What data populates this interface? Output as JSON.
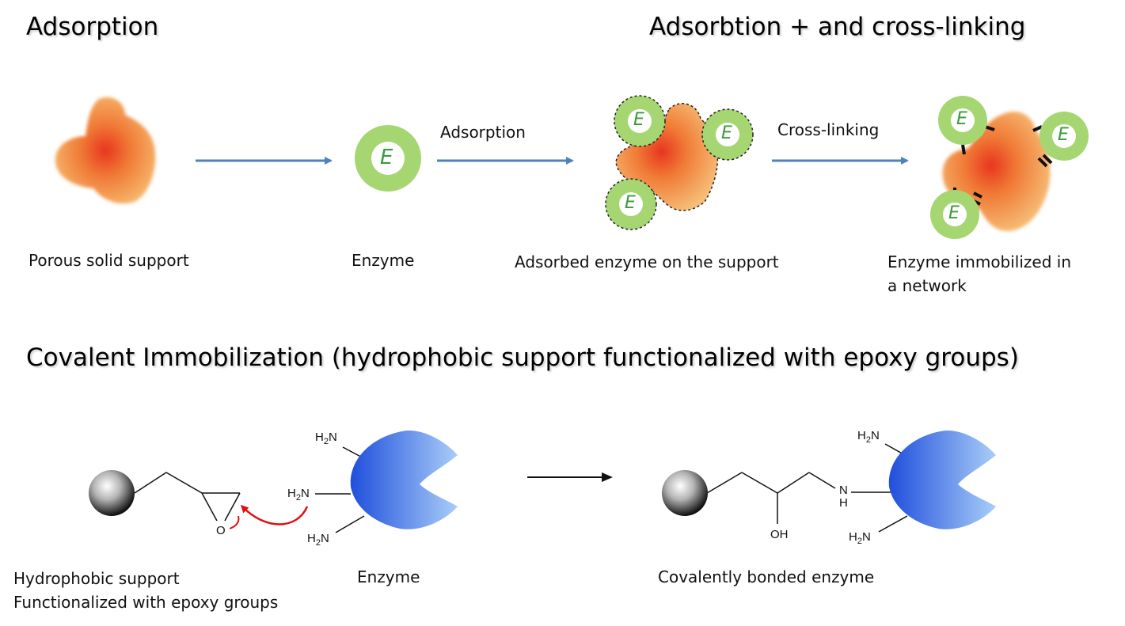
{
  "titles": {
    "adsorption": "Adsorption",
    "adsorption_crosslinking": "Adsorbtion + and cross-linking",
    "covalent": "Covalent Immobilization (hydrophobic support functionalized with epoxy groups)"
  },
  "top_labels": {
    "porous_support": "Porous solid support",
    "enzyme": "Enzyme",
    "arrow_adsorption": "Adsorption",
    "adsorbed_enzyme": "Adsorbed enzyme  on the support",
    "arrow_crosslinking": "Cross-linking",
    "immobilized_line1": "Enzyme immobilized in",
    "immobilized_line2": "a network"
  },
  "bottom_labels": {
    "support_line1": "Hydrophobic support",
    "support_line2": "Functionalized with epoxy groups",
    "enzyme": "Enzyme",
    "covalent_enzyme": "Covalently bonded enzyme"
  },
  "enzyme_letter": "E",
  "chem": {
    "amine": "H",
    "amine_sub": "2",
    "amine_tail": "N",
    "oxygen": "O",
    "hydroxyl": "OH",
    "nh_n": "N",
    "nh_h": "H"
  },
  "colors": {
    "arrow_blue": "#4f81bd",
    "enzyme_green": "#a6d672",
    "enzyme_letter": "#3b9a3b",
    "support_orange": "#f08a3a",
    "support_red": "#e8351f",
    "enzyme_blue": "#3a6de0",
    "red_arrow": "#e01010"
  }
}
